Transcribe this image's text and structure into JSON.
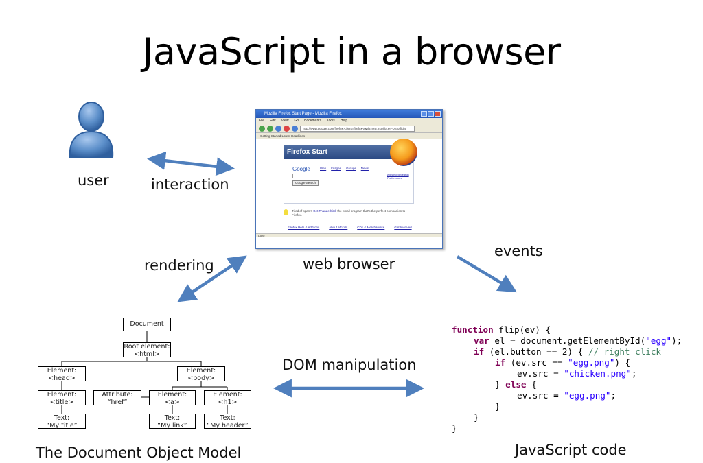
{
  "title": "JavaScript in a browser",
  "labels": {
    "user": "user",
    "interaction": "interaction",
    "web_browser": "web browser",
    "rendering": "rendering",
    "events": "events",
    "dom_manipulation": "DOM manipulation",
    "dom_caption": "The Document Object Model",
    "js_caption": "JavaScript code"
  },
  "colors": {
    "arrow": "#4f7fbd",
    "user_icon": "#5b8ec9",
    "browser_frame": "#4a74b8"
  },
  "browser": {
    "window_title": "Mozilla Firefox Start Page - Mozilla Firefox",
    "menu": [
      "File",
      "Edit",
      "View",
      "Go",
      "Bookmarks",
      "Tools",
      "Help"
    ],
    "url": "http://www.google.com/firefox?client=firefox-a&rls=org.mozilla:en-US:official",
    "bookmarks": "Getting Started   Latest Headlines",
    "start_heading": "Firefox Start",
    "google_logo": "Google",
    "search_tabs": [
      "Web",
      "Images",
      "Groups",
      "News"
    ],
    "advanced_links": [
      "Advanced Search",
      "Preferences"
    ],
    "search_button": "Google Search",
    "thunderbird_note_prefix": "Tired of spam?",
    "thunderbird_link": "Get Thunderbird",
    "thunderbird_note_suffix": ", the email program that's the perfect companion to Firefox.",
    "footer_links": [
      "Firefox Help & Add-ons",
      "About Mozilla",
      "CDs & Merchandise",
      "Get Involved"
    ],
    "status": "Done"
  },
  "dom_tree": {
    "document": "Document",
    "root_line1": "Root element:",
    "root_line2": "<html>",
    "head_line1": "Element:",
    "head_line2": "<head>",
    "body_line1": "Element:",
    "body_line2": "<body>",
    "title_line1": "Element:",
    "title_line2": "<title>",
    "attr_line1": "Attribute:",
    "attr_line2": "“href”",
    "a_line1": "Element:",
    "a_line2": "<a>",
    "h1_line1": "Element:",
    "h1_line2": "<h1>",
    "text1_line1": "Text:",
    "text1_line2": "“My title”",
    "text2_line1": "Text:",
    "text2_line2": "“My link”",
    "text3_line1": "Text:",
    "text3_line2": "“My header”"
  },
  "code": {
    "l1_kw": "function",
    "l1_rest": " flip(ev) {",
    "l2_kw": "var",
    "l2_a": " el = document.getElementById(",
    "l2_str": "\"egg\"",
    "l2_b": ");",
    "l3_kw": "if",
    "l3_a": " (el.button == 2) { ",
    "l3_cm": "// right click",
    "l4_kw": "if",
    "l4_a": " (ev.src == ",
    "l4_str": "\"egg.png\"",
    "l4_b": ") {",
    "l5_a": "ev.src = ",
    "l5_str": "\"chicken.png\"",
    "l5_b": ";",
    "l6_a": "} ",
    "l6_kw": "else",
    "l6_b": " {",
    "l7_a": "ev.src = ",
    "l7_str": "\"egg.png\"",
    "l7_b": ";",
    "l8": "}",
    "l9": "}",
    "l10": "}"
  }
}
